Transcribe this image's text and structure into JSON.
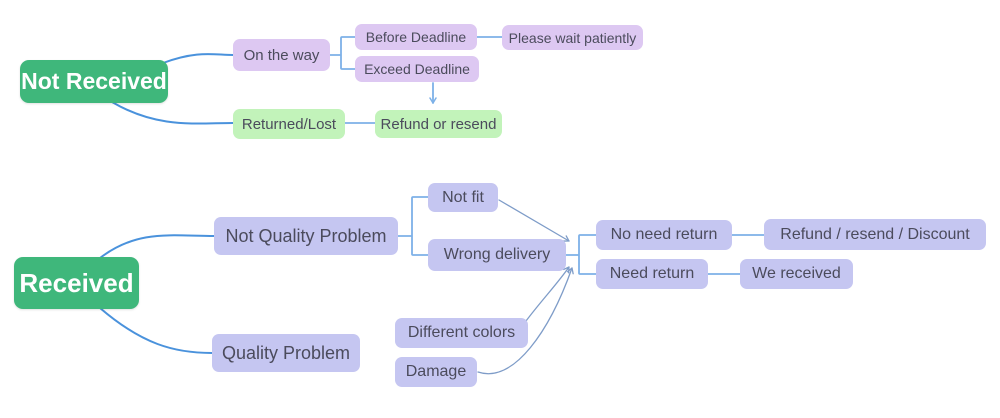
{
  "colors": {
    "root_green": "#3fb77b",
    "branch_purple": "#ddc8f2",
    "leaf_green": "#c2f3ba",
    "branch_periwinkle": "#c5c6f1",
    "curve_blue": "#4a92dc",
    "line_blue": "#7db1e8",
    "arrow_blue_gray": "#7e9cc8",
    "node_text": "#4b4b5c",
    "root_text": "#ffffff",
    "background": "#ffffff"
  },
  "not_received_tree": {
    "root": "Not Received",
    "on_the_way": "On the way",
    "before_deadline": "Before Deadline",
    "please_wait": "Please wait patiently",
    "exceed_deadline": "Exceed Deadline",
    "returned_lost": "Returned/Lost",
    "refund_or_resend": "Refund or resend"
  },
  "received_tree": {
    "root": "Received",
    "not_quality_problem": "Not Quality Problem",
    "not_fit": "Not fit",
    "wrong_delivery": "Wrong delivery",
    "quality_problem": "Quality Problem",
    "different_colors": "Different colors",
    "damage": "Damage",
    "no_need_return": "No need return",
    "need_return": "Need return",
    "refund_resend_discount": "Refund / resend / Discount",
    "we_received": "We received"
  }
}
